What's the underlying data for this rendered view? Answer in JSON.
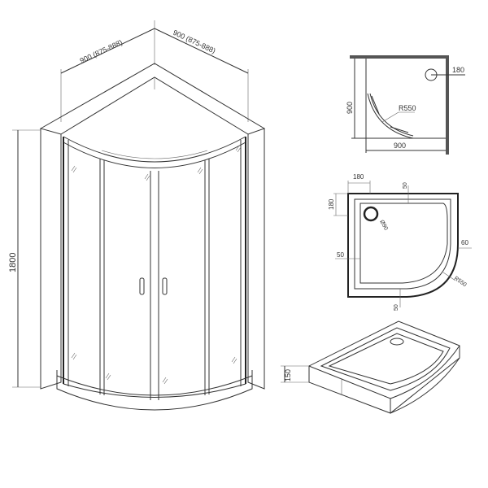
{
  "enclosure": {
    "width_left": "900 (875-888)",
    "width_right": "900 (875-888)",
    "height": "1800"
  },
  "plan_view": {
    "depth": "900",
    "width": "900",
    "radius": "R550",
    "drain_offset": "180"
  },
  "tray_plan": {
    "drain_x": "180",
    "drain_y": "180",
    "rim_top": "50",
    "rim_left": "50",
    "rim_bottom": "50",
    "rim_curve": "60",
    "drain_diameter": "Ø90",
    "radius": "R550"
  },
  "tray_iso": {
    "height": "150"
  }
}
